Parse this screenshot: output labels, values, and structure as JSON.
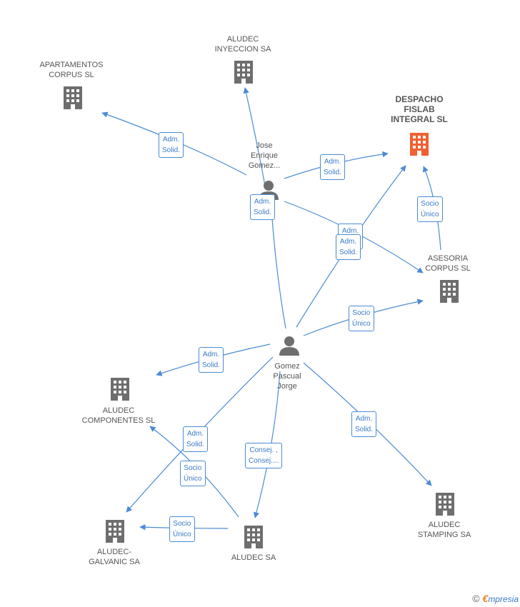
{
  "colors": {
    "edge": "#4a8bd4",
    "building": "#6e6e6e",
    "highlight": "#f06030",
    "person": "#6e6e6e"
  },
  "nodes": {
    "apartamentos": {
      "label": "APARTAMENTOS\nCORPUS  SL",
      "icon": "building-icon"
    },
    "inyeccion": {
      "label": "ALUDEC\nINYECCION SA",
      "icon": "building-icon"
    },
    "despacho": {
      "label": "DESPACHO\nFISLAB\nINTEGRAL  SL",
      "icon": "building-icon"
    },
    "jose": {
      "label": "Jose\nEnrique\nGomez...",
      "icon": "person-icon"
    },
    "asesoria": {
      "label": "ASESORIA\nCORPUS  SL",
      "icon": "building-icon"
    },
    "gomez": {
      "label": "Gomez\nPascual\nJorge",
      "icon": "person-icon"
    },
    "componentes": {
      "label": "ALUDEC\nCOMPONENTES SL",
      "icon": "building-icon"
    },
    "galvanic": {
      "label": "ALUDEC-\nGALVANIC SA",
      "icon": "building-icon"
    },
    "aludec_sa": {
      "label": "ALUDEC SA",
      "icon": "building-icon"
    },
    "stamping": {
      "label": "ALUDEC\nSTAMPING SA",
      "icon": "building-icon"
    }
  },
  "edge_labels": {
    "e1": "Adm.\nSolid.",
    "e2": "Adm.\nSolid.",
    "e3": "Adm.\nSolid.",
    "e4": "Socio\nÚnico",
    "e5a": "Adm.\nSolid.",
    "e5b": "Adm.\nSolid.",
    "e6": "Socio\nÚnico",
    "e7": "Adm.\nSolid.",
    "e8": "Adm.\nSolid.",
    "e9": "Socio\nÚnico",
    "e10": "Consej. ,\nConsej....",
    "e11": "Adm.\nSolid.",
    "e12": "Socio\nÚnico"
  },
  "footer": {
    "copyright": "©",
    "brand_e": "€",
    "brand_rest": "mpresia"
  }
}
